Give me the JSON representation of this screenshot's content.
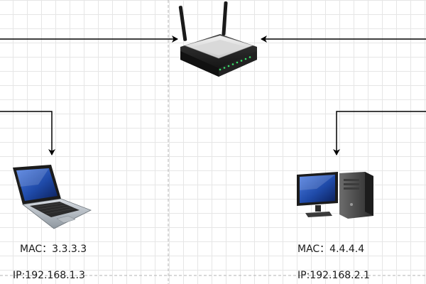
{
  "diagram": {
    "devices": [
      {
        "id": "router",
        "icon": "wireless-router-icon"
      },
      {
        "id": "laptop",
        "icon": "laptop-icon",
        "mac_label": "MAC：3.3.3.3",
        "ip_label": "IP:192.168.1.3"
      },
      {
        "id": "desktop",
        "icon": "desktop-computer-icon",
        "mac_label": "MAC：4.4.4.4",
        "ip_label": "IP:192.168.2.1"
      }
    ],
    "colors": {
      "connector": "#000000",
      "grid": "#e6e6e6",
      "guide_line": "#b3b3b3",
      "screen": "#1f4aa8"
    }
  }
}
